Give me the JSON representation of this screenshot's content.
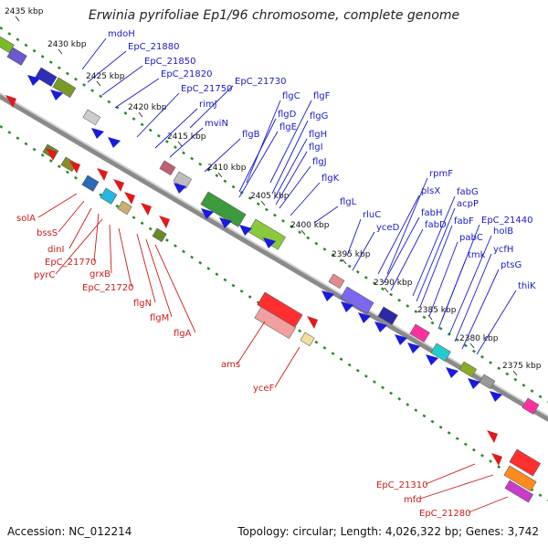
{
  "title": "Erwinia pyrifoliae Ep1/96 chromosome, complete genome",
  "footer": {
    "accession": "Accession: NC_012214",
    "topology": "Topology: circular; Length: 4,026,322 bp; Genes: 3,742"
  },
  "colors": {
    "forward_label": "#1a1acc",
    "reverse_label": "#cc1a1a",
    "backbone": "#8a8a8a",
    "gc_dots": "#2a8a2a"
  },
  "ticks": [
    "2435 kbp",
    "2430 kbp",
    "2425 kbp",
    "2420 kbp",
    "2415 kbp",
    "2410 kbp",
    "2405 kbp",
    "2400 kbp",
    "2395 kbp",
    "2390 kbp",
    "2385 kbp",
    "2380 kbp",
    "2375 kbp"
  ],
  "forward_genes": [
    "mdoH",
    "EpC_21880",
    "EpC_21850",
    "EpC_21820",
    "EpC_21750",
    "EpC_21730",
    "rimJ",
    "mviN",
    "flgB",
    "flgC",
    "flgD",
    "flgE",
    "flgF",
    "flgG",
    "flgH",
    "flgI",
    "flgJ",
    "flgK",
    "flgL",
    "rluC",
    "yceD",
    "rpmF",
    "plsX",
    "fabH",
    "fabD",
    "fabG",
    "acpP",
    "fabF",
    "pabC",
    "EpC_21440",
    "tmk",
    "holB",
    "ycfH",
    "ptsG",
    "thiK"
  ],
  "reverse_genes": [
    "solA",
    "bssS",
    "dinI",
    "EpC_21770",
    "pyrC",
    "grxB",
    "EpC_21720",
    "flgN",
    "flgM",
    "flgA",
    "ams",
    "yceF",
    "EpC_21310",
    "mfd",
    "EpC_21280"
  ]
}
